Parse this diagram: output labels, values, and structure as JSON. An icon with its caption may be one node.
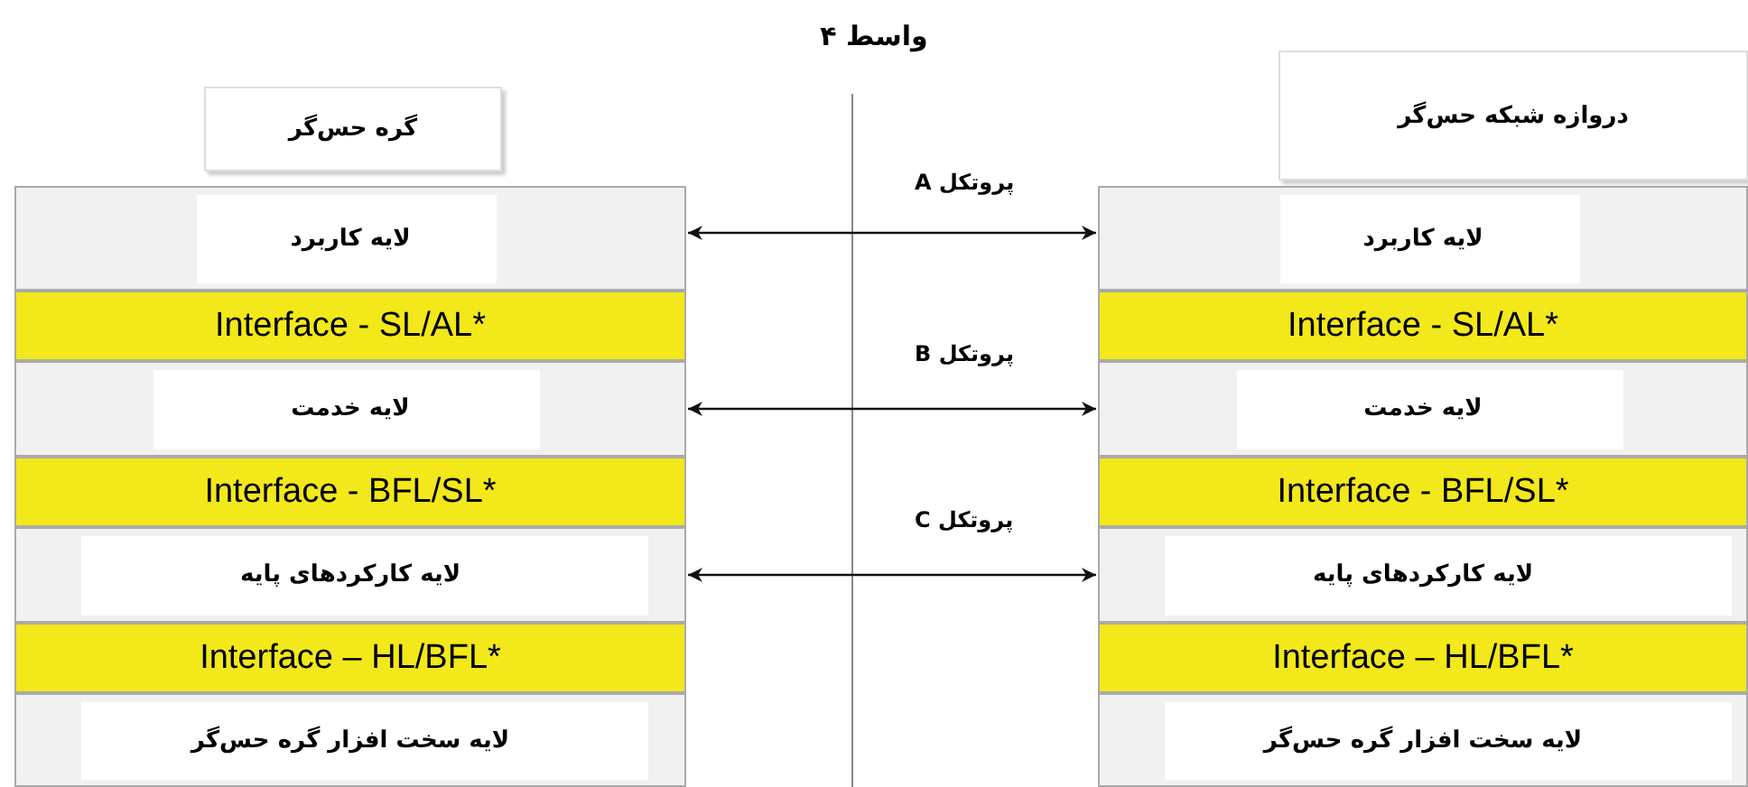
{
  "diagram": {
    "title": "واسط ۴",
    "nodes": [
      {
        "text": [
          "گره حس‌گر"
        ]
      },
      {
        "text": [
          "دروازه شبکه حس‌گر"
        ]
      },
      {
        "text": [
          "لایه کاربرد"
        ]
      },
      {
        "text": [
          "Interface - SL/AL*"
        ]
      },
      {
        "text": [
          "لایه خدمت"
        ]
      },
      {
        "text": [
          "Interface - BFL/SL*"
        ]
      },
      {
        "text": [
          "لایه کارکردهای پایه"
        ]
      },
      {
        "text": [
          "Interface  –  HL/BFL*"
        ]
      },
      {
        "text": [
          "لایه سخت افزار گره حس‌گر"
        ]
      },
      {
        "text": [
          "لایه کاربرد"
        ]
      },
      {
        "text": [
          "Interface - SL/AL*"
        ]
      },
      {
        "text": [
          "لایه خدمت"
        ]
      },
      {
        "text": [
          "Interface - BFL/SL*"
        ]
      },
      {
        "text": [
          "لایه کارکردهای پایه"
        ]
      },
      {
        "text": [
          "Interface  –  HL/BFL*"
        ]
      },
      {
        "text": [
          "لایه سخت افزار گره حس‌گر"
        ]
      }
    ],
    "edges": [
      {
        "from": 2,
        "to": 9,
        "arrow": "both",
        "label": "پروتکل A"
      },
      {
        "from": 4,
        "to": 11,
        "arrow": "both",
        "label": "پروتکل B"
      },
      {
        "from": 6,
        "to": 13,
        "arrow": "both",
        "label": "پروتکل C"
      }
    ]
  }
}
